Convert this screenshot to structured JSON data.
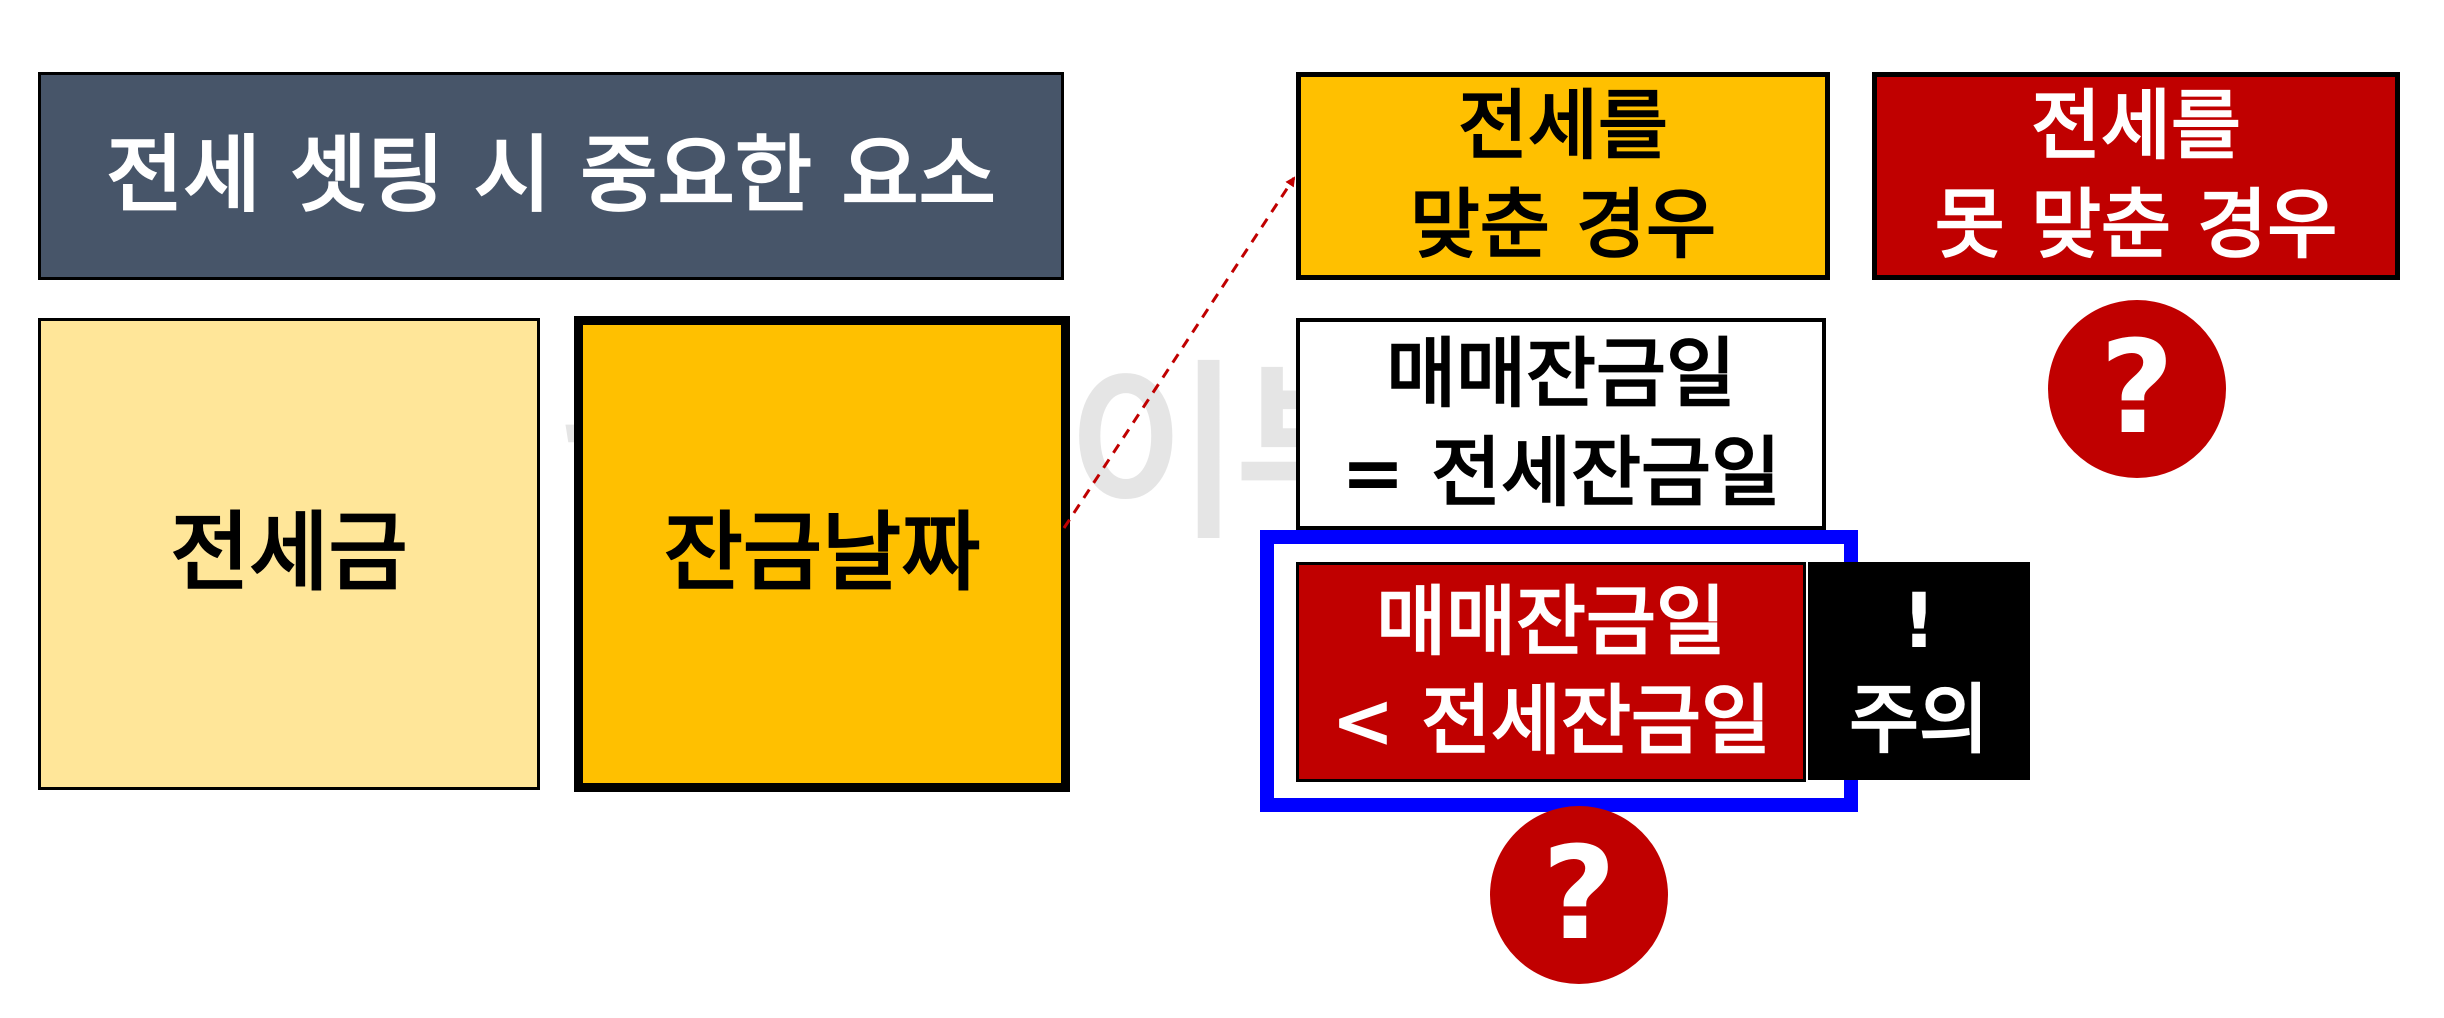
{
  "colors": {
    "slate": "#475569",
    "light_yellow": "#FFE699",
    "yellow": "#FFC000",
    "red": "#C00000",
    "blue": "#0000FF",
    "arrow": "#C00000"
  },
  "title": "전세 셋팅 시 중요한 요소",
  "factors": {
    "deposit": "전세금",
    "balance_date": "잔금날짜"
  },
  "cases": {
    "matched": [
      "전세를",
      "맞춘 경우"
    ],
    "not_matched": [
      "전세를",
      "못 맞춘 경우"
    ]
  },
  "conditions": {
    "equal": [
      "매매잔금일",
      "= 전세잔금일"
    ],
    "earlier": [
      "매매잔금일",
      "< 전세잔금일"
    ]
  },
  "caution": [
    "!",
    "주의"
  ],
  "question_mark": "?",
  "watermark": "월급쟁이부자들"
}
